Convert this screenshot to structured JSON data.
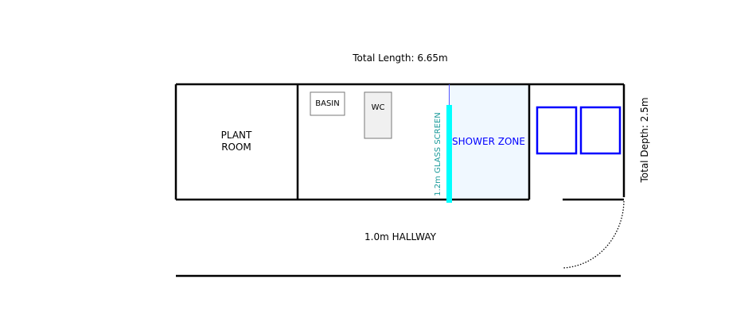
{
  "title": "Total Length: 6.65m",
  "depth_label": "Total Depth: 2.5m",
  "rooms": {
    "plant_room": [
      "PLANT",
      "ROOM"
    ],
    "shower_zone": "SHOWER ZONE",
    "hallway": "1.0m HALLWAY"
  },
  "fixtures": {
    "basin": "BASIN",
    "wc": "WC",
    "glass_screen": "1.2m GLASS SCREEN"
  },
  "colors": {
    "wall": "#000000",
    "shower_fill": "#f0f8ff",
    "shower_text": "#0000ff",
    "glass": "#00ffff",
    "glass_text": "#1a9a9a",
    "locker": "#0000ff"
  }
}
